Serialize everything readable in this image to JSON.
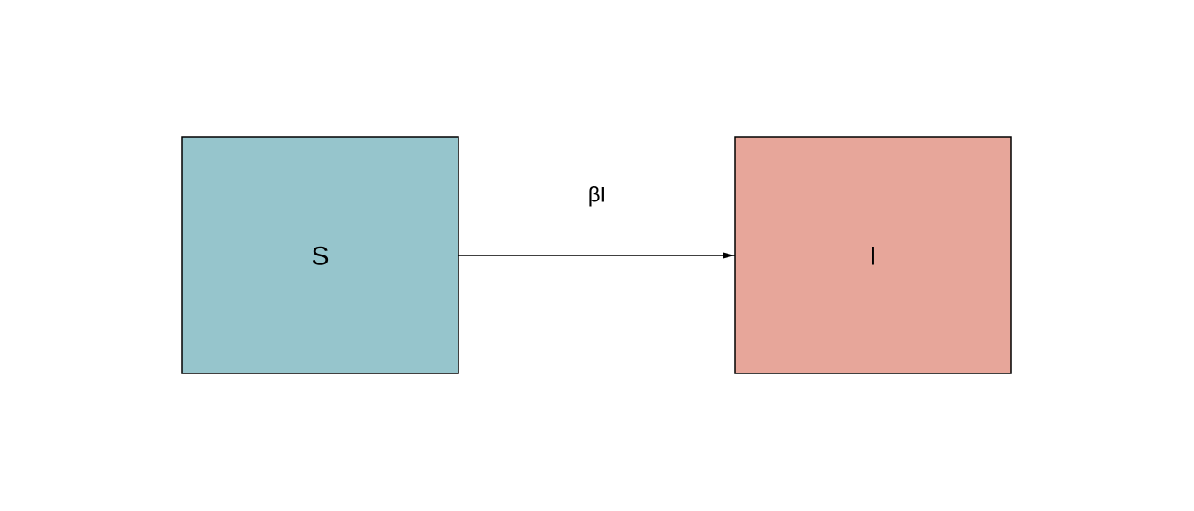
{
  "diagram": {
    "nodes": [
      {
        "id": "S",
        "label": "S",
        "fill": "#96C5CC"
      },
      {
        "id": "I",
        "label": "I",
        "fill": "#E7A69A"
      }
    ],
    "edges": [
      {
        "from": "S",
        "to": "I",
        "label": "βI"
      }
    ],
    "stroke_color": "#000000"
  }
}
